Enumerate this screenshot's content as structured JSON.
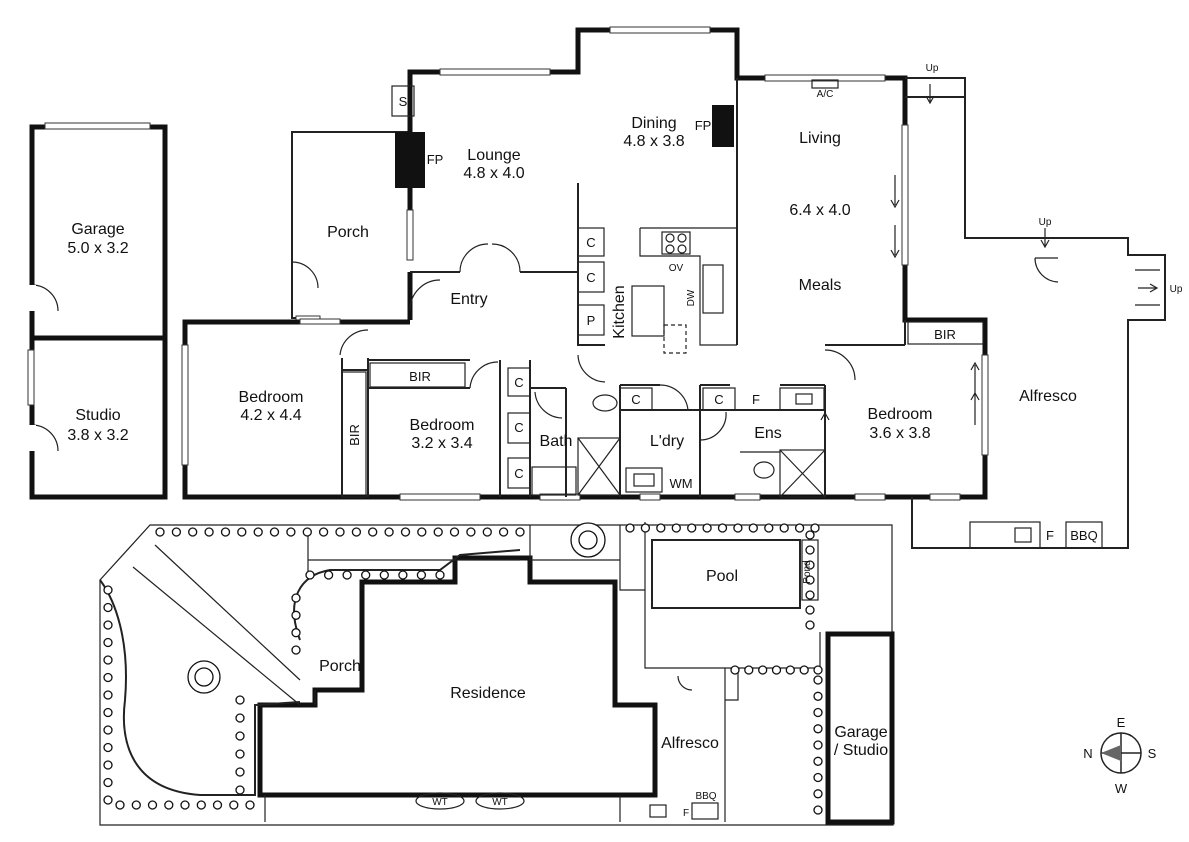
{
  "rooms": {
    "garage": {
      "name": "Garage",
      "size": "5.0 x 3.2"
    },
    "studio": {
      "name": "Studio",
      "size": "3.8 x 3.2"
    },
    "porch": {
      "name": "Porch"
    },
    "lounge": {
      "name": "Lounge",
      "size": "4.8 x 4.0"
    },
    "dining": {
      "name": "Dining",
      "size": "4.8 x 3.8"
    },
    "living": {
      "name": "Living",
      "size": "6.4 x 4.0"
    },
    "meals": {
      "name": "Meals"
    },
    "entry": {
      "name": "Entry"
    },
    "kitchen": {
      "name": "Kitchen"
    },
    "bedroom1": {
      "name": "Bedroom",
      "size": "4.2 x 4.4"
    },
    "bedroom2": {
      "name": "Bedroom",
      "size": "3.2 x 3.4"
    },
    "bedroom3": {
      "name": "Bedroom",
      "size": "3.6 x 3.8"
    },
    "bath": {
      "name": "Bath"
    },
    "laundry": {
      "name": "L'dry"
    },
    "ensuite": {
      "name": "Ens"
    },
    "alfresco": {
      "name": "Alfresco"
    }
  },
  "fixtures": {
    "fp": "FP",
    "s": "S",
    "c": "C",
    "p": "P",
    "ov": "OV",
    "dw": "DW",
    "bir": "BIR",
    "f": "F",
    "wm": "WM",
    "ac": "A/C",
    "up": "Up",
    "bbq": "BBQ",
    "bbq_site": "BBQ",
    "wt": "WT"
  },
  "site": {
    "porch": "Porch",
    "residence": "Residence",
    "pool": "Pool",
    "pond": "Pond",
    "alfresco": "Alfresco",
    "garage_line1": "Garage",
    "garage_line2": "/ Studio"
  },
  "compass": {
    "n": "N",
    "e": "E",
    "s": "S",
    "w": "W"
  }
}
